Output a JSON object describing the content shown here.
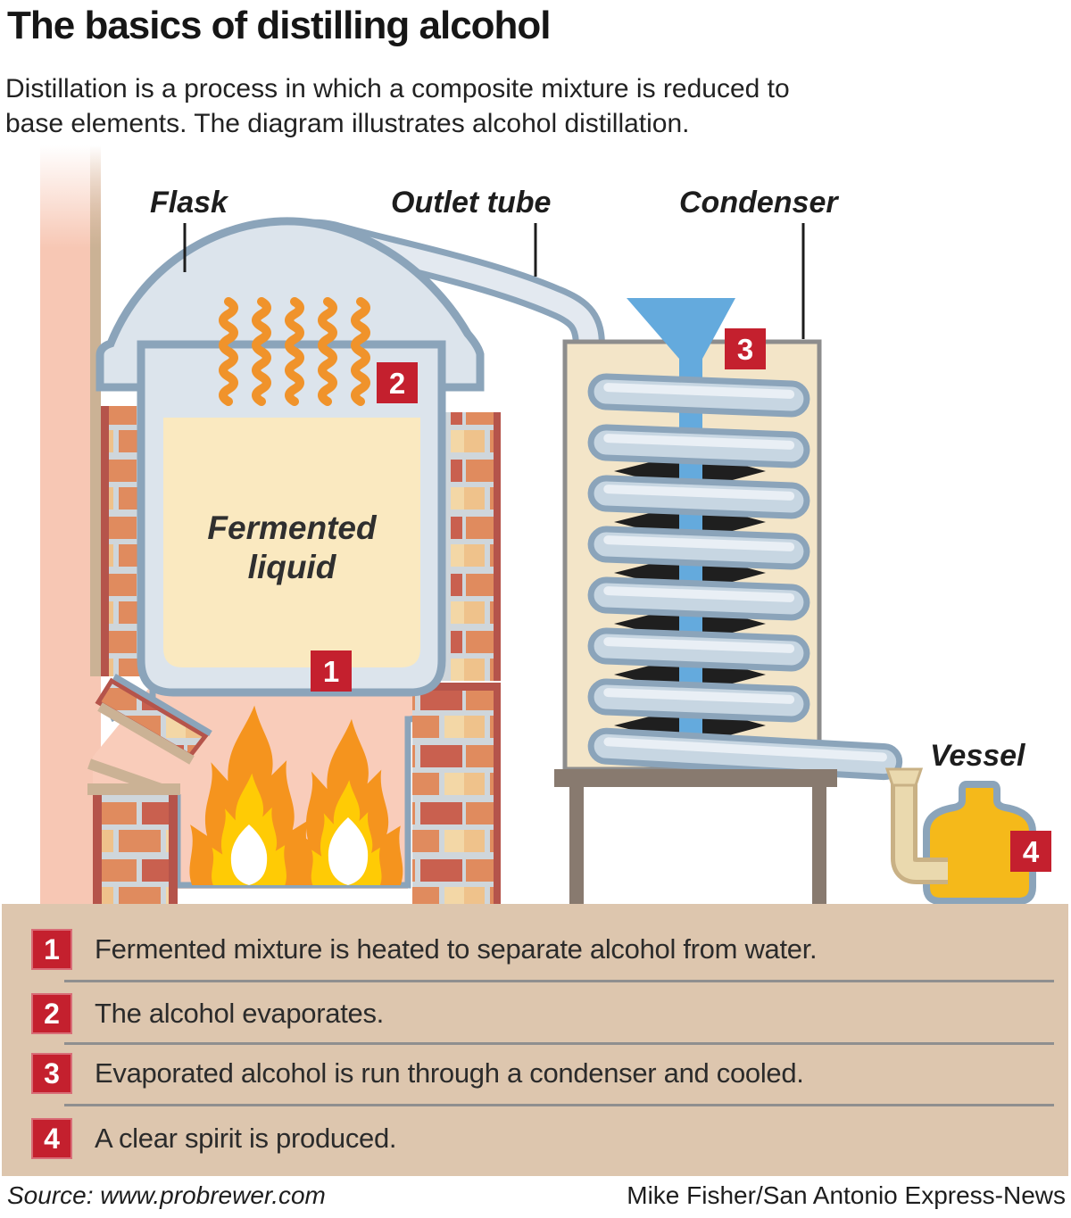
{
  "title": "The basics of distilling alcohol",
  "subtitle_line1": "Distillation is a process in which a composite mixture is reduced to",
  "subtitle_line2": "base elements. The diagram illustrates alcohol distillation.",
  "diagram": {
    "labels": {
      "flask": "Flask",
      "outlet_tube": "Outlet tube",
      "condenser": "Condenser",
      "vessel": "Vessel",
      "fermented_line1": "Fermented",
      "fermented_line2": "liquid"
    },
    "badges": {
      "step1": "1",
      "step2": "2",
      "step3": "3",
      "step4": "4"
    }
  },
  "legend": {
    "items": [
      {
        "num": "1",
        "text": "Fermented mixture is heated to separate alcohol from water."
      },
      {
        "num": "2",
        "text": "The alcohol evaporates."
      },
      {
        "num": "3",
        "text": "Evaporated alcohol is run through a condenser and cooled."
      },
      {
        "num": "4",
        "text": "A clear spirit is produced."
      }
    ]
  },
  "footer": {
    "source": "Source: www.probrewer.com",
    "credit": "Mike Fisher/San Antonio Express-News"
  },
  "colors": {
    "badge_red": "#c4202e",
    "steel_blue_outline": "#8ba4ba",
    "flask_fill": "#dce4ec",
    "vapor_orange": "#f0932b",
    "liquid_yellow": "#fae9c0",
    "brick_red": "#c9604f",
    "brick_border": "#b5544b",
    "chimney_pink": "#f7c7b4",
    "firebox_pink": "#f9ccba",
    "flame_orange": "#f5941e",
    "flame_yellow": "#ffcb05",
    "condenser_tan": "#f3e5c8",
    "funnel_blue": "#64aadd",
    "coil_fill": "#c7d6e2",
    "table_brown": "#887a6f",
    "vessel_yellow": "#f5b91a",
    "panel_tan": "#ddc6ae"
  }
}
